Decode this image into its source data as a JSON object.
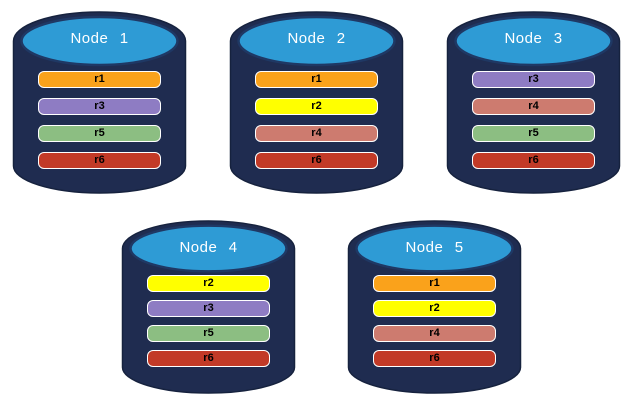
{
  "diagram": {
    "description": "Five database nodes with replicated partitions r1-r6",
    "background": "#ffffff"
  },
  "colors": {
    "cylinder_body": "#1F2C50",
    "cylinder_body_stroke": "#16223E",
    "cylinder_top": "#2E9BD5",
    "cylinder_top_stroke": "#1F3864",
    "bar_border": "#FFFFFF",
    "bar_text": "#000000",
    "label_text": "#FFFFFF",
    "replica_palette": {
      "r1": "#FAA21B",
      "r2": "#FFFF00",
      "r3": "#8E7CC3",
      "r4": "#CD7B6F",
      "r5": "#8CBE82",
      "r6": "#C23A27"
    }
  },
  "nodes": [
    {
      "label": "Node 1",
      "replicas": [
        {
          "label": "r1",
          "color": "#FAA21B"
        },
        {
          "label": "r3",
          "color": "#8E7CC3"
        },
        {
          "label": "r5",
          "color": "#8CBE82"
        },
        {
          "label": "r6",
          "color": "#C23A27"
        }
      ]
    },
    {
      "label": "Node 2",
      "replicas": [
        {
          "label": "r1",
          "color": "#FAA21B"
        },
        {
          "label": "r2",
          "color": "#FFFF00"
        },
        {
          "label": "r4",
          "color": "#CD7B6F"
        },
        {
          "label": "r6",
          "color": "#C23A27"
        }
      ]
    },
    {
      "label": "Node 3",
      "replicas": [
        {
          "label": "r3",
          "color": "#8E7CC3"
        },
        {
          "label": "r4",
          "color": "#CD7B6F"
        },
        {
          "label": "r5",
          "color": "#8CBE82"
        },
        {
          "label": "r6",
          "color": "#C23A27"
        }
      ]
    },
    {
      "label": "Node 4",
      "replicas": [
        {
          "label": "r2",
          "color": "#FFFF00"
        },
        {
          "label": "r3",
          "color": "#8E7CC3"
        },
        {
          "label": "r5",
          "color": "#8CBE82"
        },
        {
          "label": "r6",
          "color": "#C23A27"
        }
      ]
    },
    {
      "label": "Node 5",
      "replicas": [
        {
          "label": "r1",
          "color": "#FAA21B"
        },
        {
          "label": "r2",
          "color": "#FFFF00"
        },
        {
          "label": "r4",
          "color": "#CD7B6F"
        },
        {
          "label": "r6",
          "color": "#C23A27"
        }
      ]
    }
  ]
}
